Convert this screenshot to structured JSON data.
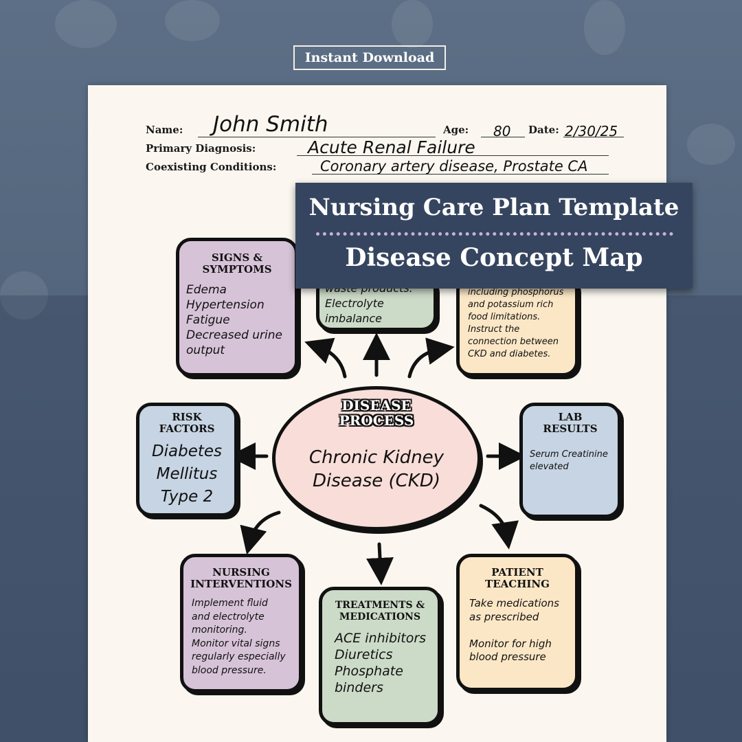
{
  "download_label": "Instant Download",
  "header": {
    "name_label": "Name:",
    "name_value": "John Smith",
    "age_label": "Age:",
    "age_value": "80",
    "date_label": "Date:",
    "date_value": "2/30/25",
    "diagnosis_label": "Primary Diagnosis:",
    "diagnosis_value": "Acute Renal Failure",
    "conditions_label": "Coexisting Conditions:",
    "conditions_value": "Coronary artery disease, Prostate CA"
  },
  "banner": {
    "title": "Nursing Care Plan Template",
    "subtitle": "Disease Concept Map"
  },
  "boxes": {
    "signs": {
      "title": "SIGNS &\nSYMPTOMS",
      "body": "Edema\nHypertension\nFatigue\nDecreased urine\noutput"
    },
    "pathophys": {
      "body": "waste products.\nElectrolyte\nimbalance"
    },
    "diet": {
      "body": "including phosphorus\nand potassium rich\nfood limitations.\nInstruct the\nconnection between\nCKD and diabetes."
    },
    "risk": {
      "title": "RISK\nFACTORS",
      "body": "Diabetes\nMellitus\nType 2"
    },
    "disease": {
      "title": "DISEASE\nPROCESS",
      "body": "Chronic Kidney\nDisease (CKD)"
    },
    "lab": {
      "title": "LAB\nRESULTS",
      "body": "Serum Creatinine\nelevated"
    },
    "interventions": {
      "title": "NURSING\nINTERVENTIONS",
      "body": "Implement fluid\nand electrolyte\nmonitoring.\nMonitor vital signs\nregularly especially\nblood pressure."
    },
    "treatments": {
      "title": "TREATMENTS &\nMEDICATIONS",
      "body": "ACE inhibitors\nDiuretics\nPhosphate\nbinders"
    },
    "teaching": {
      "title": "PATIENT\nTEACHING",
      "body": "Take medications\nas prescribed\n\nMonitor for high\nblood pressure"
    }
  },
  "colors": {
    "purple": "#d7c3d7",
    "green": "#ccdac8",
    "yellow": "#fbe7c6",
    "blue": "#c6d4e3",
    "pink": "#f8ddd8",
    "banner": "#36455f"
  }
}
